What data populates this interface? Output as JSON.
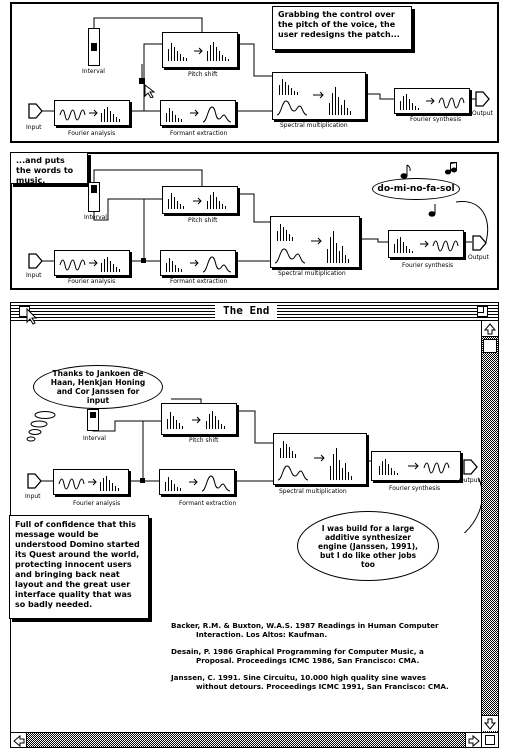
{
  "panel1": {
    "callout": "Grabbing the control over the pitch of the voice, the user redesigns the patch...",
    "labels": {
      "interval": "Interval",
      "pitch_shift": "Pitch shift",
      "input": "Input",
      "fourier_analysis": "Fourier analysis",
      "formant_extraction": "Formant extraction",
      "spectral_multiplication": "Spectral multiplication",
      "fourier_synthesis": "Fourier synthesis",
      "output": "Output"
    }
  },
  "panel2": {
    "callout": "...and puts the words to music.",
    "oval": "do-mi-no-fa-sol",
    "labels": {
      "interval": "Interval",
      "pitch_shift": "Pitch shift",
      "input": "Input",
      "fourier_analysis": "Fourier analysis",
      "formant_extraction": "Formant extraction",
      "spectral_multiplication": "Spectral multiplication",
      "fourier_synthesis": "Fourier synthesis",
      "output": "Output"
    }
  },
  "window": {
    "title": "The End",
    "thanks": "Thanks to Jankoen de Haan, Henkjan Honing and Cor Janssen for input",
    "story": "Full of confidence that this message would be understood Domino started its Quest around the world, protecting innocent users and bringing back neat layout and the great user interface quality that was so badly needed.",
    "synth": "I was build for a large additive synthesizer engine (Janssen, 1991), but I do like other jobs too",
    "labels": {
      "interval": "Interval",
      "pitch_shift": "Pitch shift",
      "input": "Input",
      "fourier_analysis": "Fourier analysis",
      "formant_extraction": "Formant extraction",
      "spectral_multiplication": "Spectral multiplication",
      "fourier_synthesis": "Fourier synthesis",
      "output": "Output"
    },
    "references": [
      {
        "first": "Backer, R.M. & Buxton, W.A.S. 1987 Readings in Human Computer",
        "rest": "Interaction. Los Altos: Kaufman."
      },
      {
        "first": "Desain, P. 1986 Graphical Programming for Computer Music, a",
        "rest": "Proposal. Proceedings ICMC 1986, San Francisco: CMA."
      },
      {
        "first": "Janssen, C. 1991. Sine Circuitu, 10.000 high quality sine waves",
        "rest": "without detours. Proceedings ICMC 1991, San Francisco: CMA."
      }
    ]
  }
}
